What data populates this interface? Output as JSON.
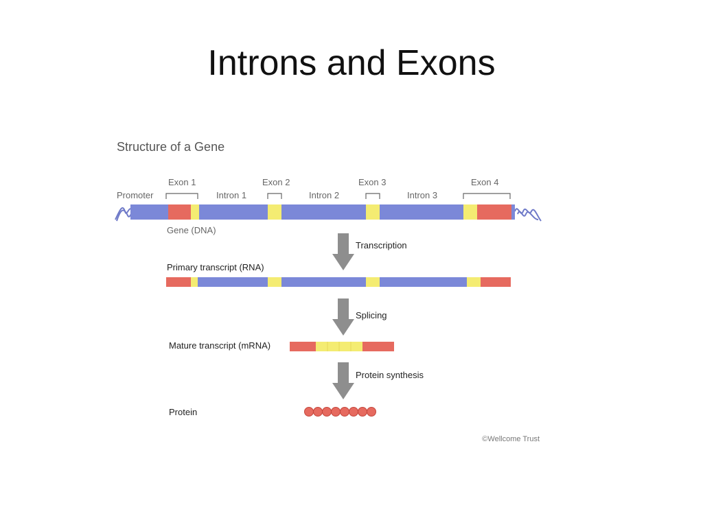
{
  "slide": {
    "title": "Introns and Exons"
  },
  "diagram": {
    "heading": "Structure of a Gene",
    "gene_labels": {
      "promoter": "Promoter",
      "exon1": "Exon 1",
      "intron1": "Intron 1",
      "exon2": "Exon 2",
      "intron2": "Intron 2",
      "exon3": "Exon 3",
      "intron3": "Intron 3",
      "exon4": "Exon 4",
      "gene_dna": "Gene (DNA)"
    },
    "steps": {
      "transcription": "Transcription",
      "splicing": "Splicing",
      "protein_synthesis": "Protein synthesis"
    },
    "stage_labels": {
      "primary": "Primary transcript (RNA)",
      "mature": "Mature transcript (mRNA)",
      "protein": "Protein"
    },
    "credit": "©Wellcome Trust",
    "colors": {
      "intron": "#7b88d8",
      "exon_red": "#e66a5f",
      "exon_yellow": "#f4ec72",
      "arrow": "#8e8e8e",
      "dna_wave": "#6e79c8"
    }
  }
}
